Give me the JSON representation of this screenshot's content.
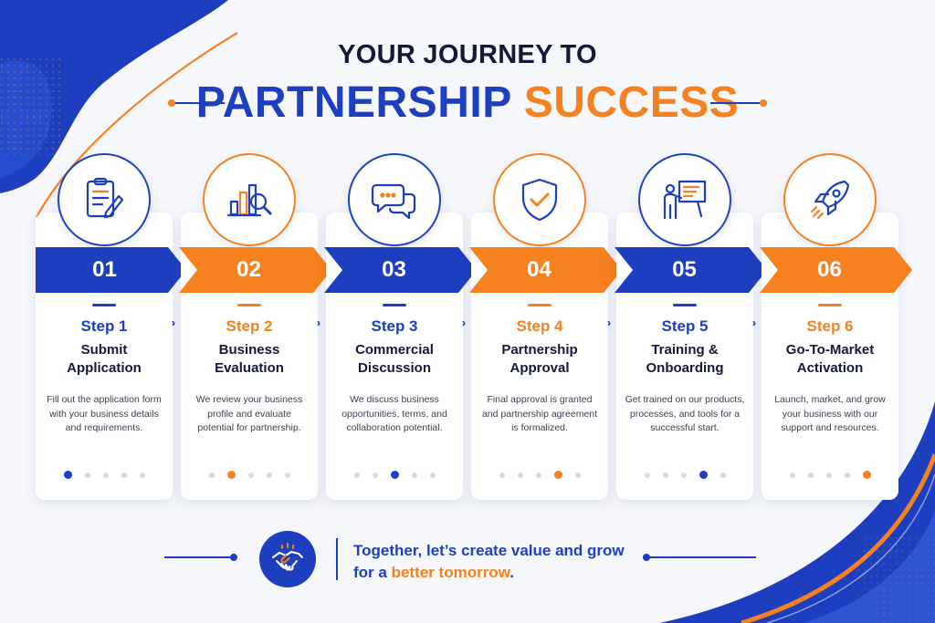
{
  "header": {
    "line1": "YOUR JOURNEY TO",
    "line2_part1": "PARTNERSHIP",
    "line2_part2": "SUCCESS"
  },
  "colors": {
    "blue": "#1d3fbf",
    "orange": "#f5811f",
    "dark": "#14193a"
  },
  "steps": [
    {
      "number": "01",
      "label": "Step 1",
      "title_line1": "Submit",
      "title_line2": "Application",
      "description": "Fill out the application form with your business details and requirements.",
      "icon": "clipboard-pencil-icon",
      "color": "blue",
      "active_dot": 1
    },
    {
      "number": "02",
      "label": "Step 2",
      "title_line1": "Business",
      "title_line2": "Evaluation",
      "description": "We review your business profile and evaluate potential for partnership.",
      "icon": "chart-magnifier-icon",
      "color": "orange",
      "active_dot": 2
    },
    {
      "number": "03",
      "label": "Step 3",
      "title_line1": "Commercial",
      "title_line2": "Discussion",
      "description": "We discuss business opportunities, terms, and collaboration potential.",
      "icon": "chat-bubbles-icon",
      "color": "blue",
      "active_dot": 3
    },
    {
      "number": "04",
      "label": "Step 4",
      "title_line1": "Partnership",
      "title_line2": "Approval",
      "description": "Final approval is granted and partnership agreement is formalized.",
      "icon": "shield-check-icon",
      "color": "orange",
      "active_dot": 4
    },
    {
      "number": "05",
      "label": "Step 5",
      "title_line1": "Training &",
      "title_line2": "Onboarding",
      "description": "Get trained on our products, processes, and tools for a successful start.",
      "icon": "presenter-board-icon",
      "color": "blue",
      "active_dot": 4
    },
    {
      "number": "06",
      "label": "Step 6",
      "title_line1": "Go-To-Market",
      "title_line2": "Activation",
      "description": "Launch, market, and grow your business with our support and resources.",
      "icon": "rocket-icon",
      "color": "orange",
      "active_dot": 5
    }
  ],
  "footer": {
    "line1": "Together, let’s create value and grow",
    "line2_prefix": "for a",
    "line2_highlight": "better tomorrow",
    "line2_suffix": ".",
    "icon": "handshake-icon"
  }
}
